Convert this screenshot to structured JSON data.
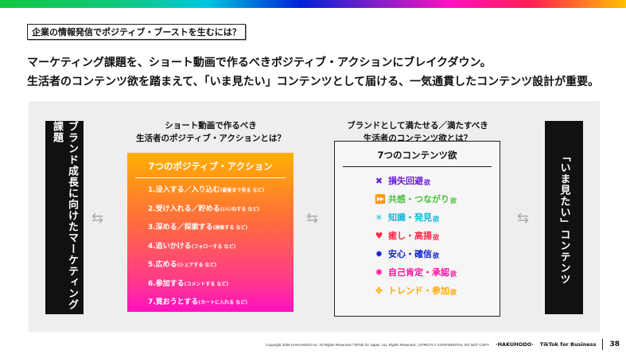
{
  "tagline": "企業の情報発信でポジティブ・ブーストを生むには？",
  "lead_lines": [
    "マーケティング課題を、ショート動画で作るべきポジティブ・アクションにブレイクダウン。",
    "生活者のコンテンツ欲を踏まえて、「いま見たい」コンテンツとして届ける、一気通貫したコンテンツ設計が重要。"
  ],
  "left_box": "ブランド成長に向けたマーケティング課題",
  "right_box": "「いま見たい」コンテンツ",
  "positive": {
    "heading": [
      "ショート動画で作るべき",
      "生活者のポジティブ・アクションとは？"
    ],
    "title": "7つのポジティブ・アクション",
    "items": [
      {
        "main": "1.没入する／入り込む",
        "note": "(最後まで見る など)"
      },
      {
        "main": "2.受け入れる／貯める",
        "note": "(いいねする など)"
      },
      {
        "main": "3.深める／探索する",
        "note": "(検索する など)"
      },
      {
        "main": "4.追いかける",
        "note": "(フォローする など)"
      },
      {
        "main": "5.広める",
        "note": "(シェアする など)"
      },
      {
        "main": "6.参加する",
        "note": "(コメントする など)"
      },
      {
        "main": "7.買おうとする",
        "note": "(カートに入れる など)"
      }
    ]
  },
  "content": {
    "heading": [
      "ブランドとして満たせる／満たすべき",
      "生活者のコンテンツ欲とは？"
    ],
    "title": "7つのコンテンツ欲",
    "suffix": "欲",
    "items": [
      {
        "label": "損失回避",
        "color": "#6a1fd0",
        "icon": "pinwheel-icon",
        "glyph": "✖"
      },
      {
        "label": "共感・つながり",
        "color": "#4cc040",
        "icon": "double-play-icon",
        "glyph": "⏩"
      },
      {
        "label": "知識・発見",
        "color": "#10b8d8",
        "icon": "asterisk-icon",
        "glyph": "✳"
      },
      {
        "label": "癒し・高揚",
        "color": "#ff2848",
        "icon": "heart-icon",
        "glyph": "♥"
      },
      {
        "label": "安心・確信",
        "color": "#1020c8",
        "icon": "badge-icon",
        "glyph": "✹"
      },
      {
        "label": "自己肯定・承認",
        "color": "#ff10a0",
        "icon": "star-burst-icon",
        "glyph": "✺"
      },
      {
        "label": "トレンド・参加",
        "color": "#ffa800",
        "icon": "clover-icon",
        "glyph": "✤"
      }
    ]
  },
  "footer": {
    "copyright": "Copyright 2025 HAKUHODO Inc. All Rights Reserved / TikTok for Japan. ALL Rights Reserved. | STRICTLY CONFIDENTIAL DO NOT COPY",
    "hakuhodo": "·HAKUHODO·",
    "tiktok": "TikTok for Business",
    "page": "38"
  }
}
